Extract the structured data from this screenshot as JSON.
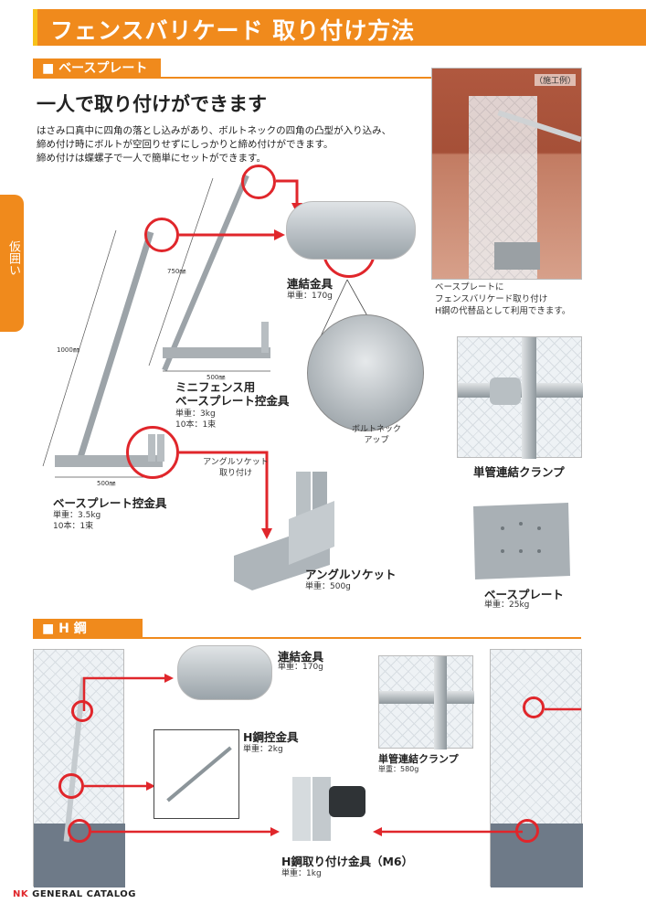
{
  "header": {
    "title": "フェンスバリケード 取り付け方法"
  },
  "side_tab": {
    "label": "仮囲い"
  },
  "section1": {
    "tab_label": "■ ベースプレート",
    "headline": "一人で取り付けができます",
    "desc": [
      "はさみ口真中に四角の落とし込みがあり、ボルトネックの四角の凸型が入り込み、",
      "締め付け時にボルトが空回りせずにしっかりと締め付けができます。",
      "締め付けは蝶螺子で一人で簡単にセットができます。"
    ],
    "example_photo": {
      "label": "（施工例）",
      "caption": [
        "ベースプレートに",
        "フェンスバリケード取り付け",
        "H鋼の代替品として利用できます。"
      ]
    },
    "mini_brace": {
      "name": [
        "ミニフェンス用",
        "ベースプレート控金具"
      ],
      "specs": [
        "単重：3kg",
        "10本：1束"
      ],
      "dim_h": "750㎜",
      "dim_w": "500㎜"
    },
    "base_brace": {
      "name": "ベースプレート控金具",
      "specs": [
        "単重：3.5kg",
        "10本：1束"
      ],
      "dim_h": "1000㎜",
      "dim_w": "500㎜"
    },
    "coupler": {
      "name": "連結金具",
      "spec": "単重：170g"
    },
    "bolt_neck": {
      "label": [
        "ボルトネック",
        "アップ"
      ]
    },
    "clamp": {
      "name": "単管連結クランプ"
    },
    "angle_note": [
      "アングルソケット",
      "取り付け"
    ],
    "angle_socket": {
      "name": "アングルソケット",
      "spec": "単重：500g"
    },
    "base_plate": {
      "name": "ベースプレート",
      "spec": "単重：25kg"
    }
  },
  "section2": {
    "tab_label": "■ H 鋼",
    "coupler": {
      "name": "連結金具",
      "spec": "単重：170g"
    },
    "brace": {
      "name": "H鋼控金具",
      "spec": "単重：2kg"
    },
    "clamp": {
      "name": "単管連結クランプ",
      "spec": "単重：580g"
    },
    "h_fitting": {
      "name": "H鋼取り付け金具（M6）",
      "spec": "単重：1kg"
    }
  },
  "footer": {
    "logo": "NK",
    "text": "GENERAL CATALOG"
  },
  "colors": {
    "accent": "#f08a1c",
    "highlight": "#e0262b",
    "yellow": "#f7c21a"
  }
}
